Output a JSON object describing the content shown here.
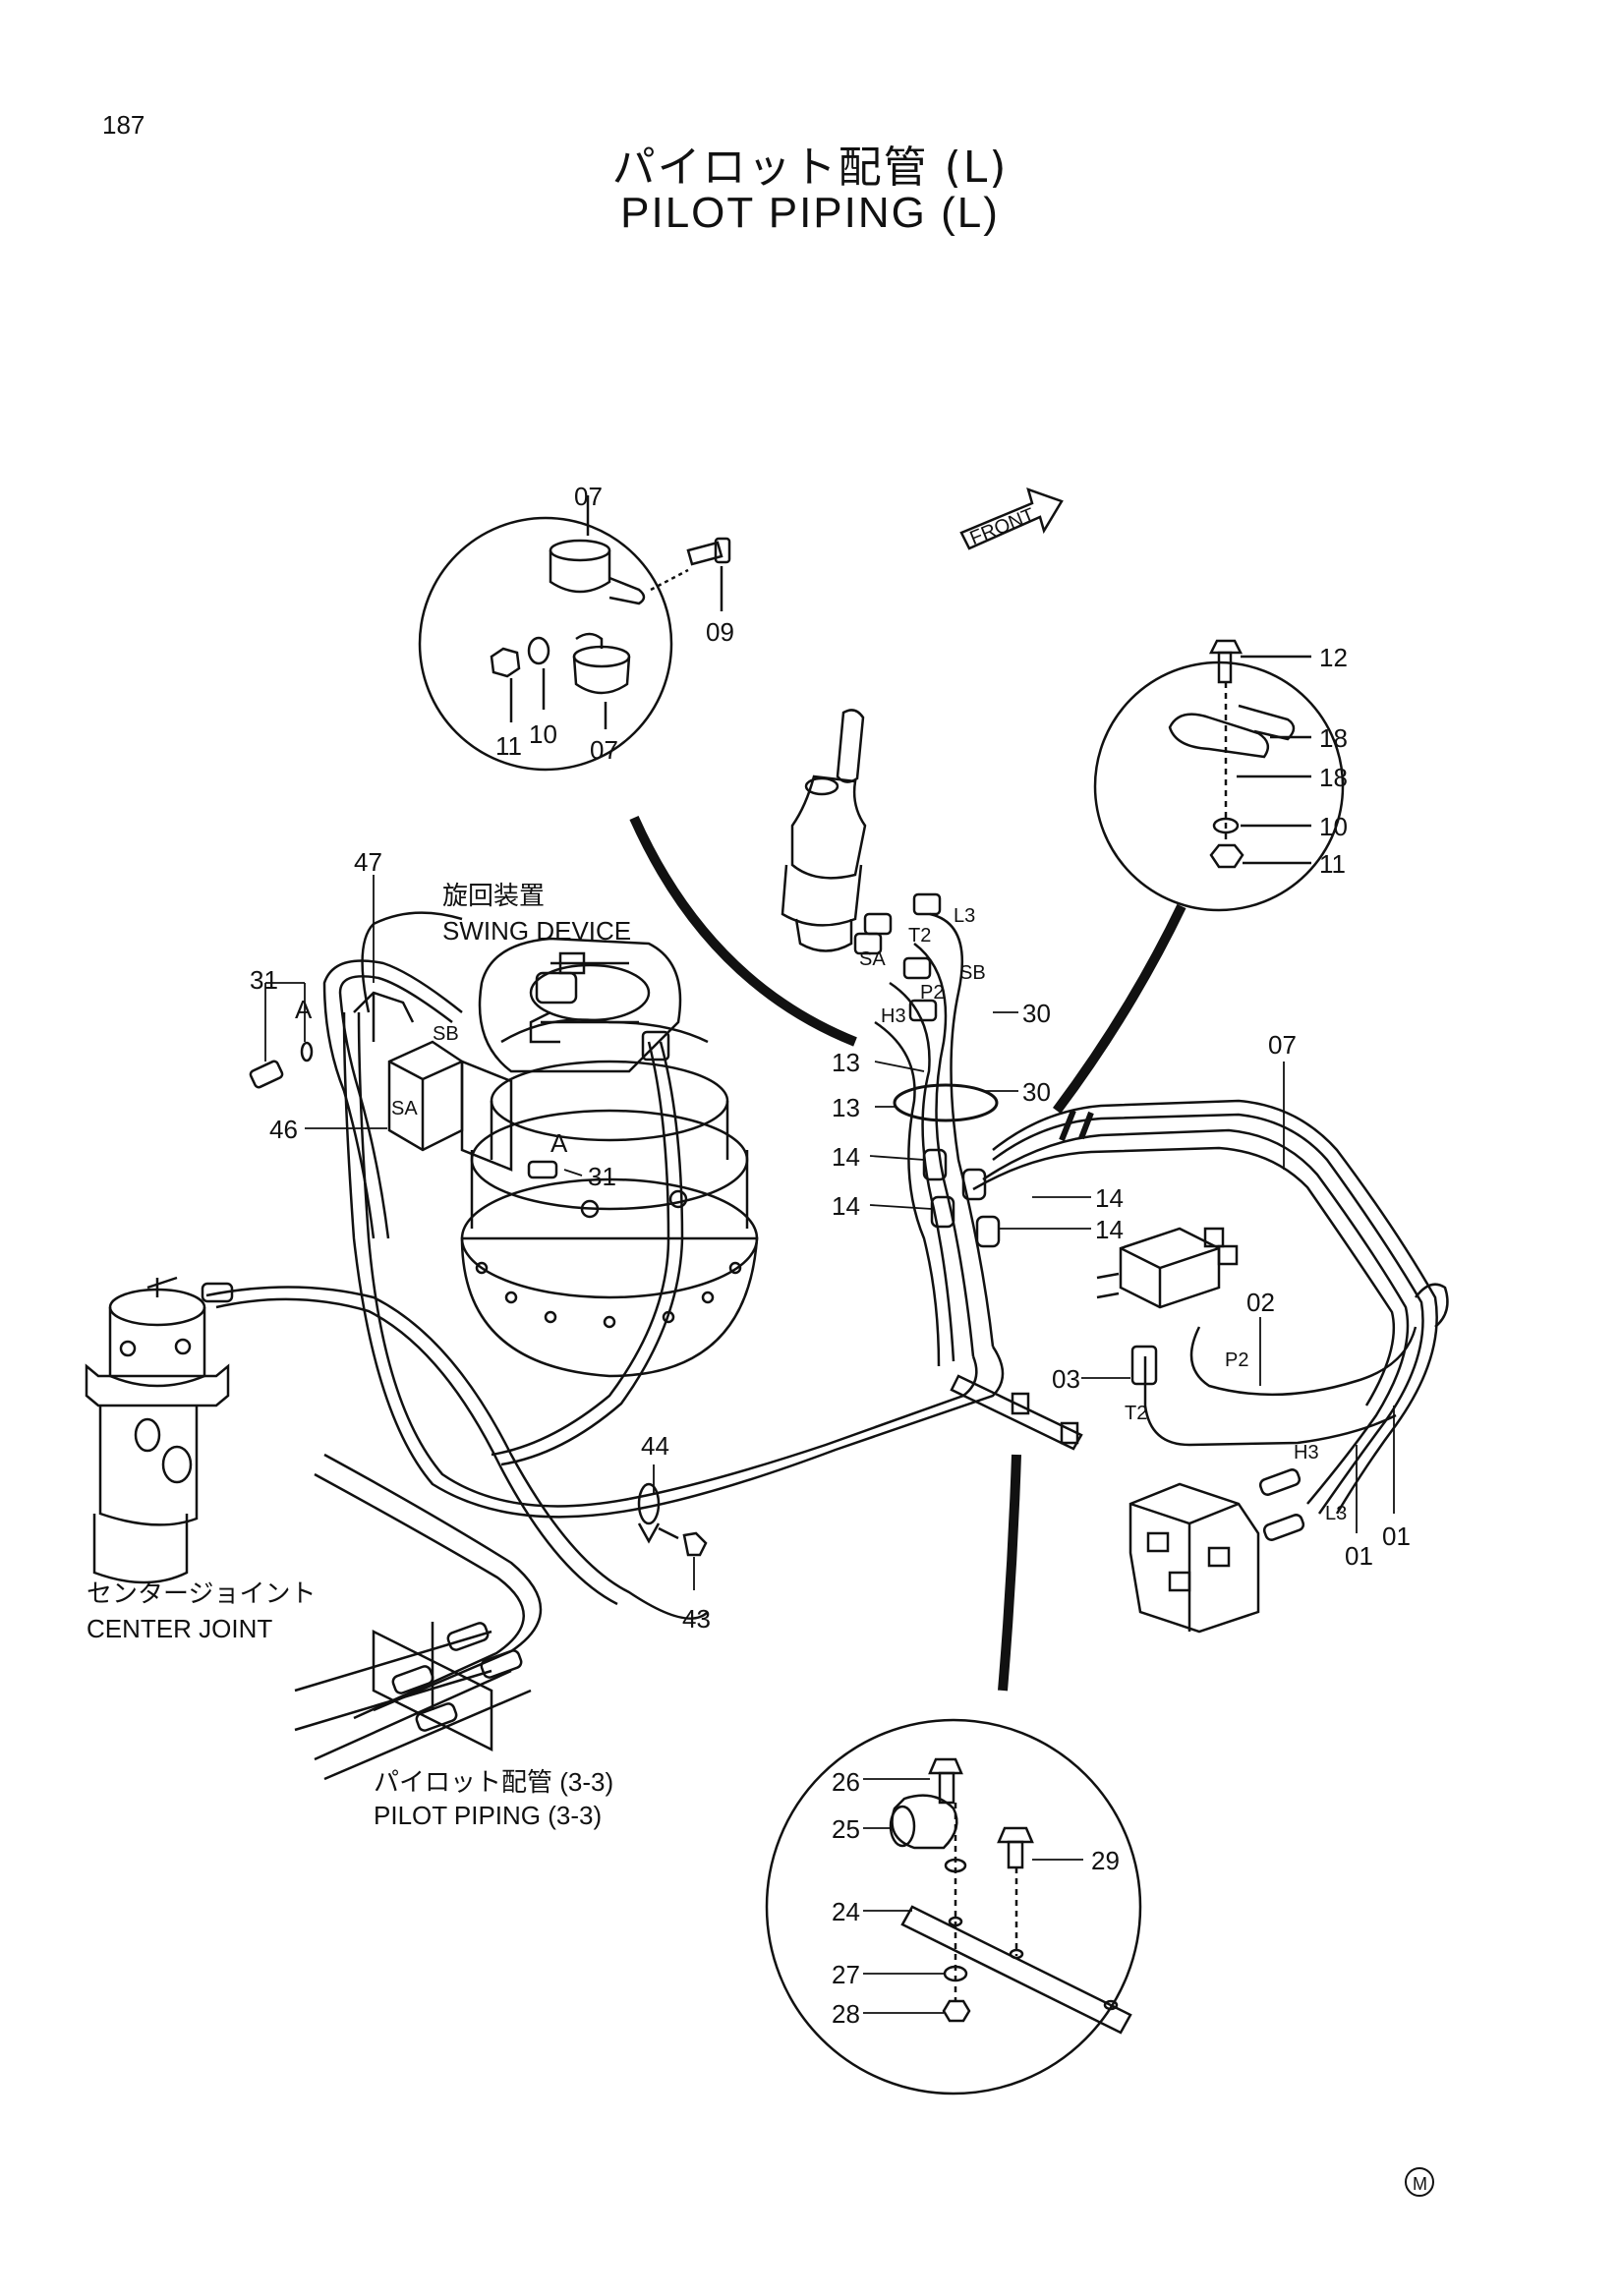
{
  "page_number": "187",
  "title_jp": "パイロット配管 (L)",
  "title_en": "PILOT PIPING (L)",
  "front_marker": "FRONT",
  "swing_device_jp": "旋回装置",
  "swing_device_en": "SWING DEVICE",
  "center_joint_jp": "センタージョイント",
  "center_joint_en": "CENTER JOINT",
  "pilot_piping_33_jp": "パイロット配管 (3-3)",
  "pilot_piping_33_en": "PILOT PIPING (3-3)",
  "part_numbers": {
    "p01a": "01",
    "p01b": "01",
    "p02": "02",
    "p03": "03",
    "p07_detail_top": "07",
    "p07_detail_bottom": "07",
    "p07_main": "07",
    "p09": "09",
    "p10_detail": "10",
    "p10_right": "10",
    "p11_detail": "11",
    "p11_right": "11",
    "p12": "12",
    "p13a": "13",
    "p13b": "13",
    "p14a": "14",
    "p14b": "14",
    "p14c": "14",
    "p14d": "14",
    "p18a": "18",
    "p18b": "18",
    "p24": "24",
    "p25": "25",
    "p26": "26",
    "p27": "27",
    "p28": "28",
    "p29": "29",
    "p30a": "30",
    "p30b": "30",
    "p31a": "31",
    "p31b": "31",
    "p43": "43",
    "p44": "44",
    "p46": "46",
    "p47": "47"
  },
  "port_labels": {
    "l3_top": "L3",
    "t2_top": "T2",
    "sa_top": "SA",
    "sb_top": "SB",
    "p2_top": "P2",
    "h3_top": "H3",
    "sb_swing": "SB",
    "sa_swing": "SA",
    "a_left": "A",
    "a_right": "A",
    "p2_valve": "P2",
    "t2_valve": "T2",
    "h3_valve": "H3",
    "l3_valve": "L3"
  },
  "corner_mark": "M"
}
